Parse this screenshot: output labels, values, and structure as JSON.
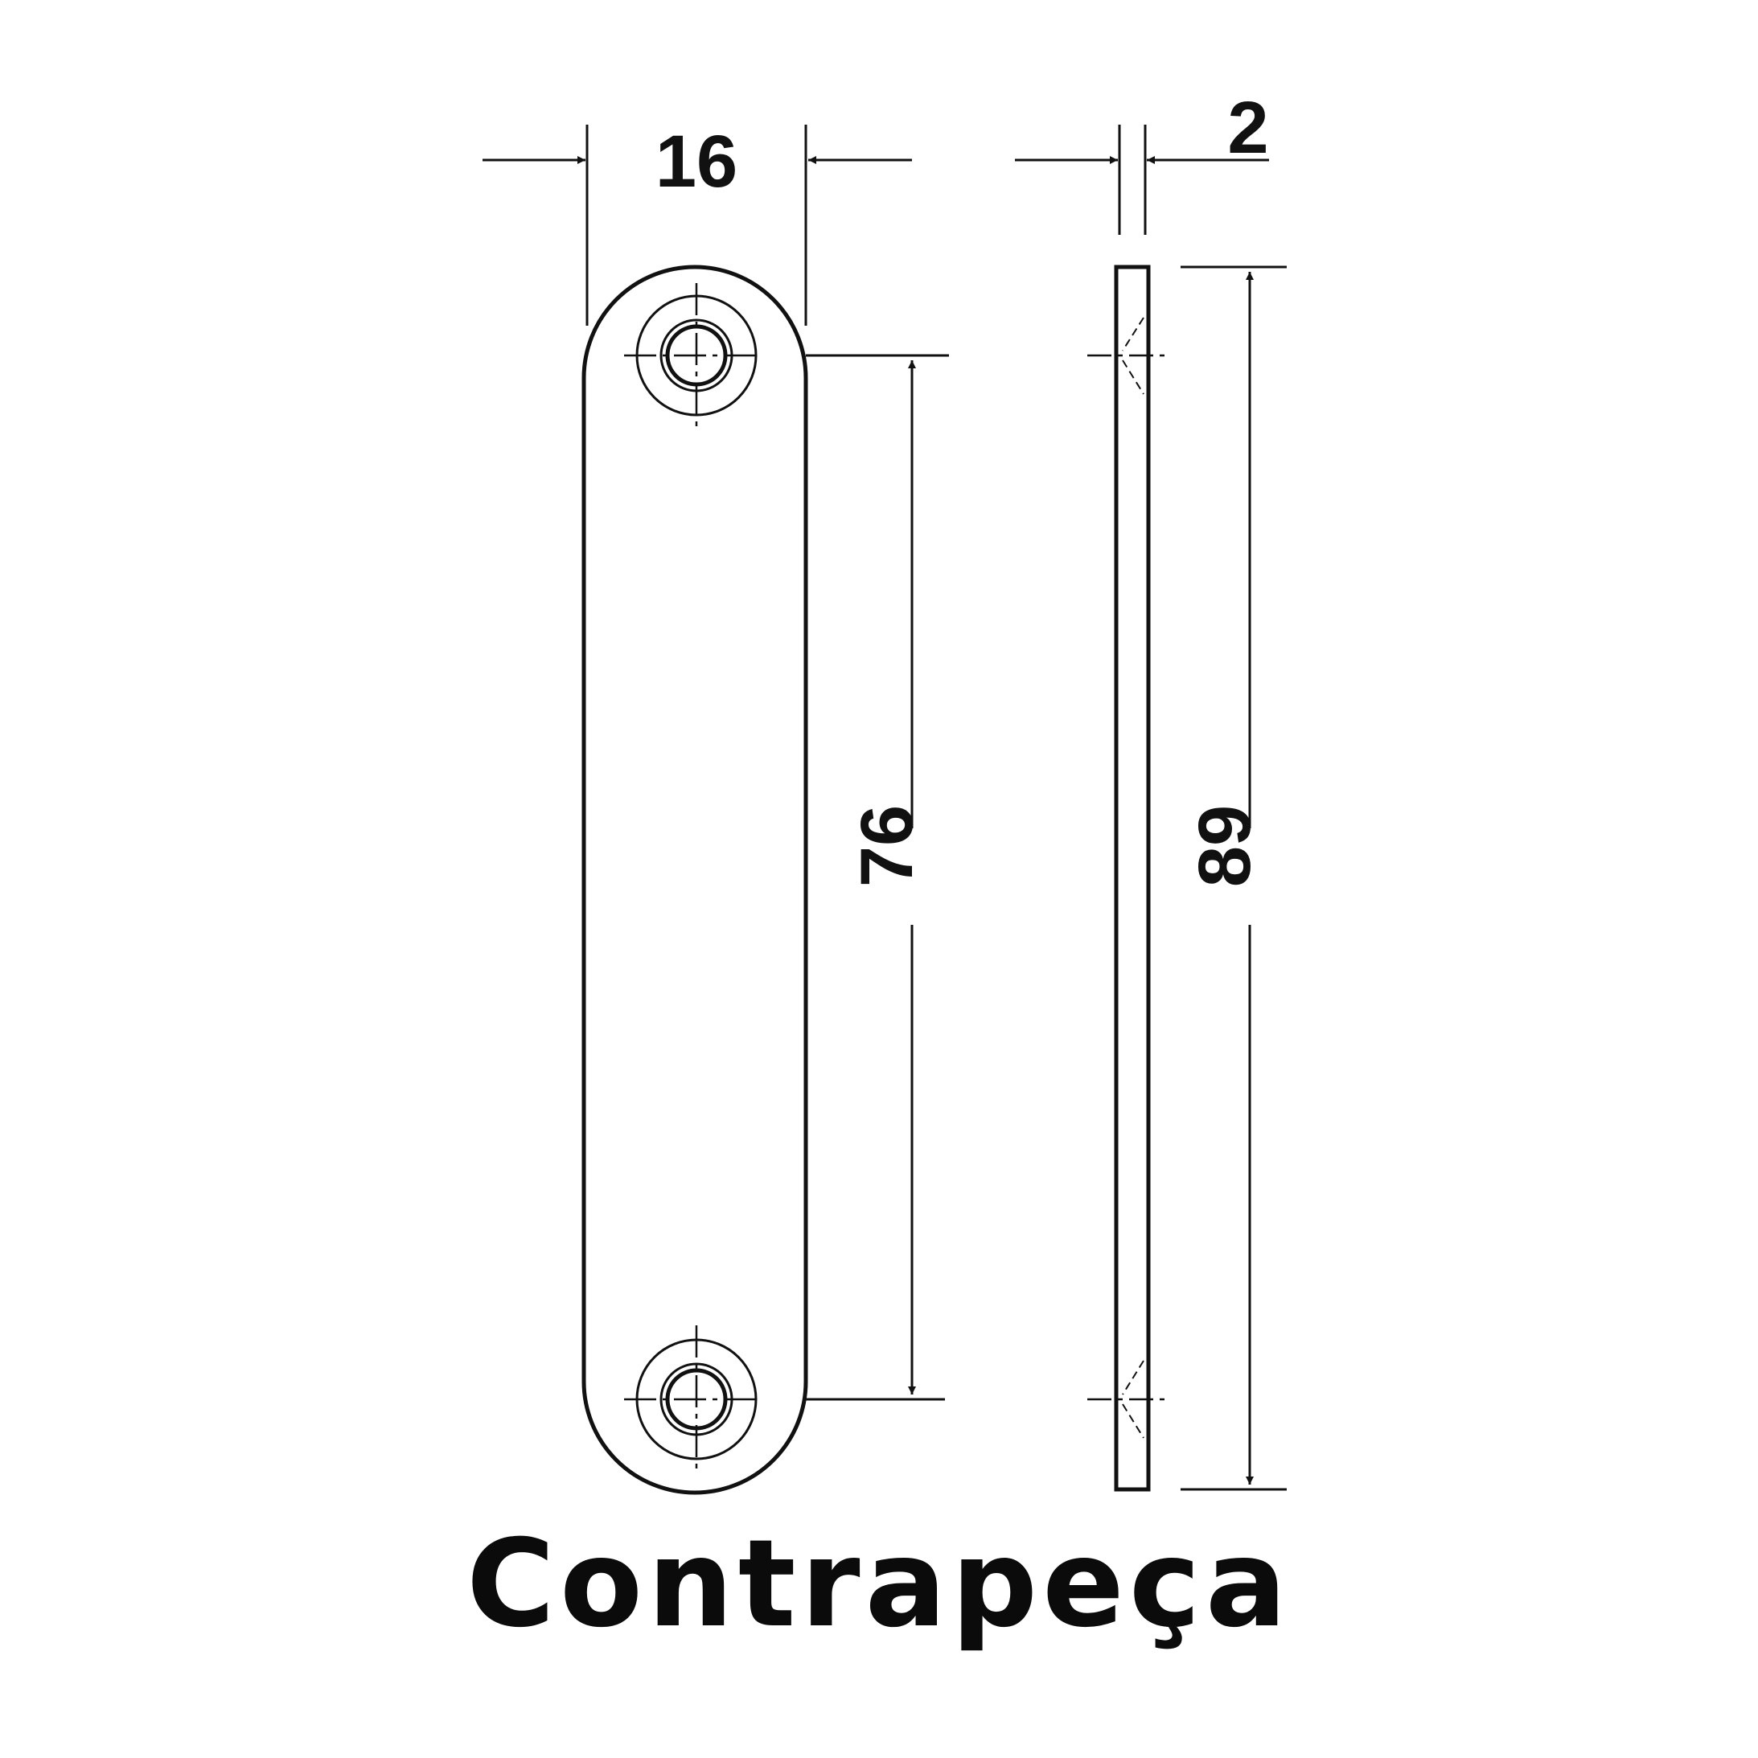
{
  "caption": "Contrapeça",
  "dimensions": {
    "width": "16",
    "thickness": "2",
    "hole_spacing": "76",
    "length": "89"
  }
}
